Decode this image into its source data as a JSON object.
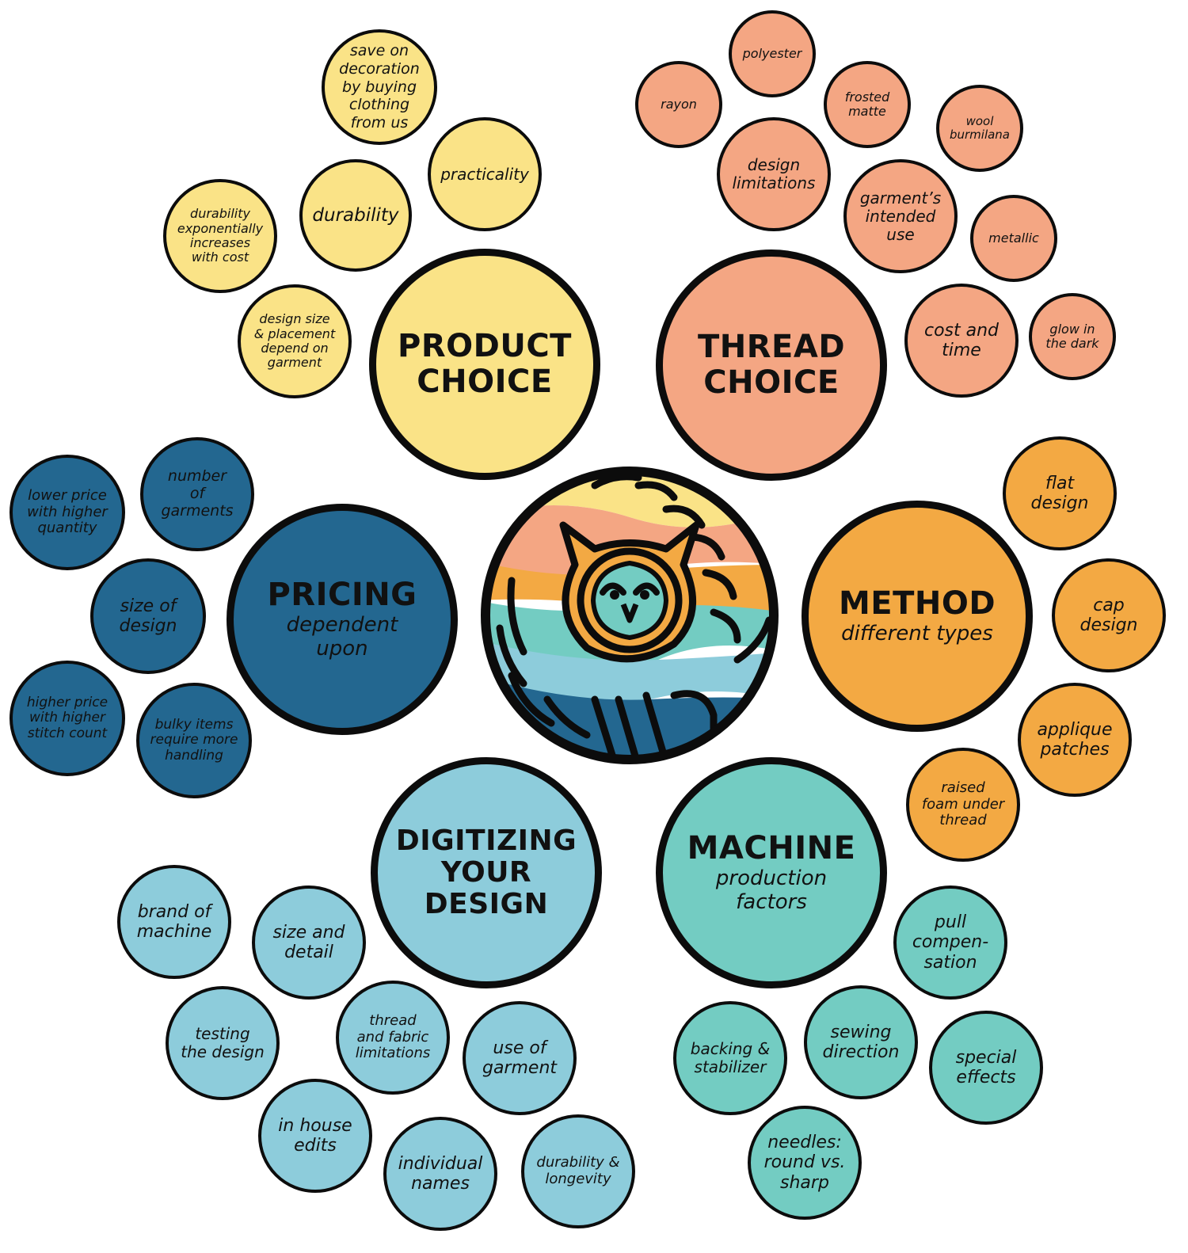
{
  "colors": {
    "yellow": "#fae387",
    "salmon": "#f4a683",
    "orange": "#f3a943",
    "navy": "#236790",
    "sky": "#8dccdb",
    "teal": "#73ccc2",
    "outline": "#0c0c0c"
  },
  "center_logo": {
    "icon": "owl-logo-icon"
  },
  "product_choice": {
    "title": "PRODUCT\nCHOICE",
    "items": [
      "save on\ndecoration\nby buying\nclothing\nfrom us",
      "practicality",
      "durability",
      "durability\nexponentially\nincreases\nwith cost",
      "design size\n& placement\ndepend on\ngarment"
    ]
  },
  "thread_choice": {
    "title": "THREAD\nCHOICE",
    "items": [
      "polyester",
      "rayon",
      "frosted\nmatte",
      "wool\nburmilana",
      "design\nlimitations",
      "garment’s\nintended\nuse",
      "metallic",
      "cost and\ntime",
      "glow in\nthe dark"
    ]
  },
  "pricing": {
    "title": "PRICING",
    "subtitle": "dependent\nupon",
    "items": [
      "number\nof\ngarments",
      "lower price\nwith higher\nquantity",
      "size of\ndesign",
      "higher price\nwith higher\nstitch count",
      "bulky items\nrequire more\nhandling"
    ]
  },
  "method": {
    "title": "METHOD",
    "subtitle": "different types",
    "items": [
      "flat\ndesign",
      "cap\ndesign",
      "applique\npatches",
      "raised\nfoam under\nthread"
    ]
  },
  "digitizing": {
    "title": "DIGITIZING\nYOUR\nDESIGN",
    "items": [
      "brand of\nmachine",
      "size and\ndetail",
      "testing\nthe design",
      "thread\nand fabric\nlimitations",
      "use of\ngarment",
      "in house\nedits",
      "individual\nnames",
      "durability &\nlongevity"
    ]
  },
  "machine": {
    "title": "MACHINE",
    "subtitle": "production\nfactors",
    "items": [
      "pull\ncompen-\nsation",
      "backing &\nstabilizer",
      "sewing\ndirection",
      "special\neffects",
      "needles:\nround vs.\nsharp"
    ]
  }
}
